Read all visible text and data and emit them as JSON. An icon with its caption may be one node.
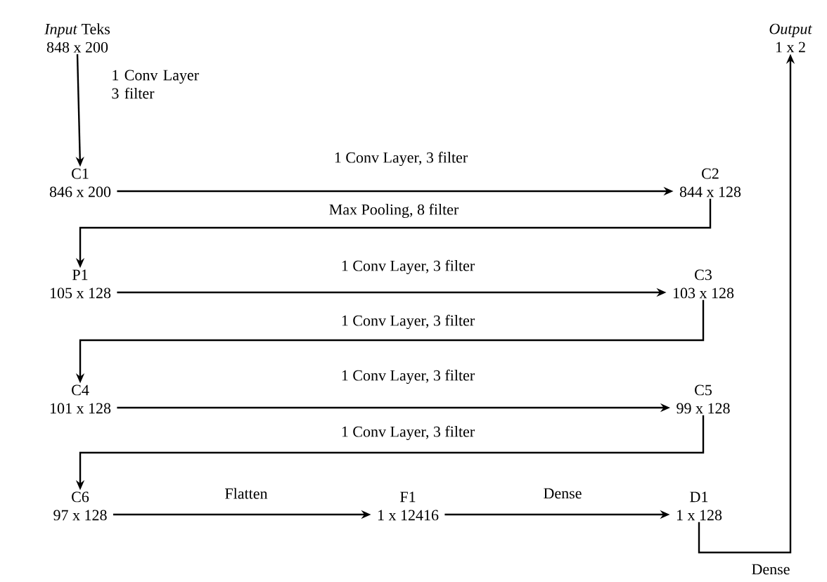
{
  "diagram": {
    "nodes": [
      {
        "text": [
          "*Input* Teks",
          "848 x 200"
        ]
      },
      {
        "text": [
          "C1",
          "846 x 200"
        ]
      },
      {
        "text": [
          "C2",
          "844 x 128"
        ]
      },
      {
        "text": [
          "P1",
          "105 x 128"
        ]
      },
      {
        "text": [
          "C3",
          "103 x 128"
        ]
      },
      {
        "text": [
          "C4",
          "101 x 128"
        ]
      },
      {
        "text": [
          "C5",
          "99 x 128"
        ]
      },
      {
        "text": [
          "C6",
          "97 x 128"
        ]
      },
      {
        "text": [
          "F1",
          "1 x 12416"
        ]
      },
      {
        "text": [
          "D1",
          "1 x 128"
        ]
      },
      {
        "text": [
          "Output",
          "1 x 2"
        ]
      }
    ],
    "edges": [
      {
        "from": 0,
        "to": 1,
        "arrow": "to",
        "label": "1 Conv Layer 3 filter"
      },
      {
        "from": 1,
        "to": 2,
        "arrow": "to",
        "label": "1 Conv Layer, 3 filter"
      },
      {
        "from": 2,
        "to": 3,
        "arrow": "to",
        "label": "Max Pooling, 8 filter"
      },
      {
        "from": 3,
        "to": 4,
        "arrow": "to",
        "label": "1 Conv Layer, 3 filter"
      },
      {
        "from": 4,
        "to": 5,
        "arrow": "to",
        "label": "1 Conv Layer, 3 filter"
      },
      {
        "from": 5,
        "to": 6,
        "arrow": "to",
        "label": "1 Conv Layer, 3 filter"
      },
      {
        "from": 6,
        "to": 7,
        "arrow": "to",
        "label": "1 Conv Layer, 3 filter"
      },
      {
        "from": 7,
        "to": 8,
        "arrow": "to",
        "label": "Flatten"
      },
      {
        "from": 8,
        "to": 9,
        "arrow": "to",
        "label": "Dense"
      },
      {
        "from": 9,
        "to": 10,
        "arrow": "to",
        "label": "Dense"
      }
    ]
  }
}
